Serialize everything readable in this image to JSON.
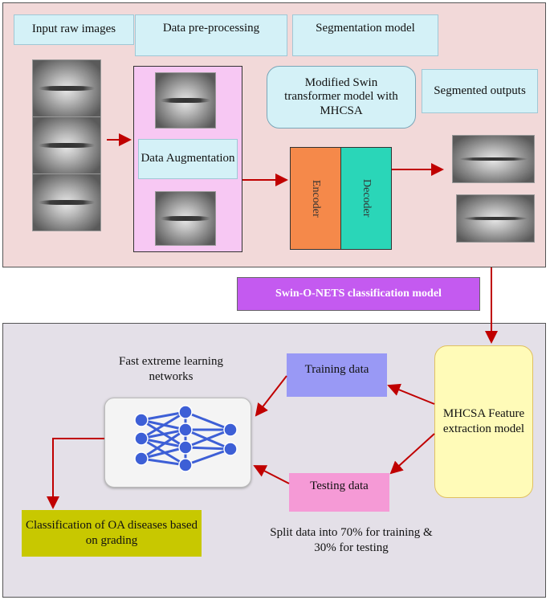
{
  "top_panel": {
    "headers": {
      "input": "Input raw images",
      "preprocessing": "Data pre-processing",
      "segmentation": "Segmentation model"
    },
    "modified_swin": "Modified Swin transformer model with MHCSA",
    "segmented_outputs": "Segmented outputs",
    "augmentation": "Data Augmentation",
    "encoder": "Encoder",
    "decoder": "Decoder"
  },
  "bridge_label": "Swin-O-NETS classification  model",
  "bottom_panel": {
    "fast_elm": "Fast extreme learning networks",
    "training": "Training  data",
    "testing": "Testing data",
    "mhcsa": "MHCSA Feature extraction model",
    "classification": "Classification of OA diseases based on grading",
    "split_note": "Split data into 70% for training & 30% for testing"
  },
  "colors": {
    "arrow": "#c00000",
    "node": "#3d5fd6"
  },
  "icons": {
    "network": "neural-network-icon"
  }
}
